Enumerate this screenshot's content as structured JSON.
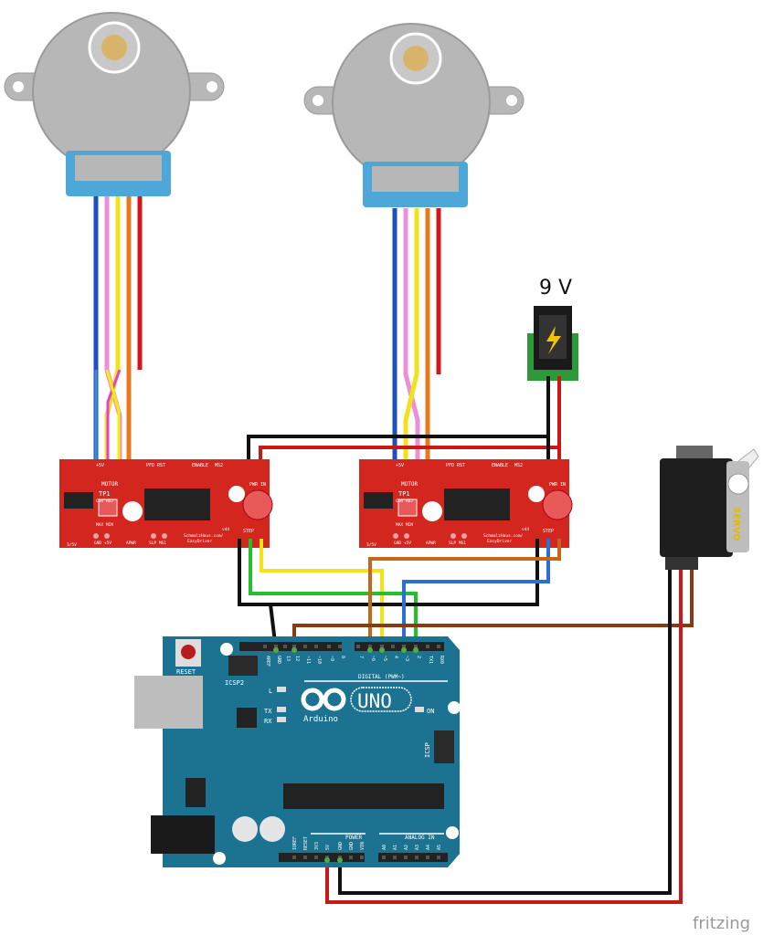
{
  "power_label": "9 V",
  "watermark": "fritzing",
  "colors": {
    "driver_board": "#d3261f",
    "arduino_board": "#1b7391",
    "motor_body": "#b7b7b7",
    "motor_connector": "#4da7d9",
    "jack_base": "#2d9a3a"
  },
  "easydriver": {
    "motor_label": "MOTOR",
    "pwr_label": "PWR IN",
    "tp1": "TP1",
    "step_label": "STEP",
    "plus5v": "+5V",
    "pfd": "PFD",
    "rst": "RST",
    "enable": "ENABLE",
    "ms2": "MS2",
    "cur_adj": "CUR ADJ",
    "max_min": "MAX MIN",
    "gnd_5v": "GND +5V",
    "apwr": "APWR",
    "slp_ms1": "SLP MS1",
    "v33": "3/5V",
    "version": "v44",
    "url1": "SchmalzHaus.com/",
    "url2": "EasyDriver"
  },
  "arduino": {
    "reset": "RESET",
    "icsp2": "ICSP2",
    "icsp": "ICSP",
    "digital": "DIGITAL (PWM~)",
    "top_pins": [
      "AREF",
      "GND",
      "13",
      "12",
      "~11",
      "~10",
      "~9",
      "8",
      "7",
      "~6",
      "~5",
      "4",
      "~3",
      "2",
      "TX1",
      "RX0"
    ],
    "led_l": "L",
    "led_tx": "TX",
    "led_rx": "RX",
    "on": "ON",
    "logo_uno": "UNO",
    "logo_text": "Arduino",
    "power": "POWER",
    "analog": "ANALOG IN",
    "bottom_pins": [
      "IOREF",
      "RESET",
      "3V3",
      "5V",
      "GND",
      "GND",
      "VIN",
      "A0",
      "A1",
      "A2",
      "A3",
      "A4",
      "A5"
    ]
  },
  "servo": {
    "label": "SERVO"
  }
}
